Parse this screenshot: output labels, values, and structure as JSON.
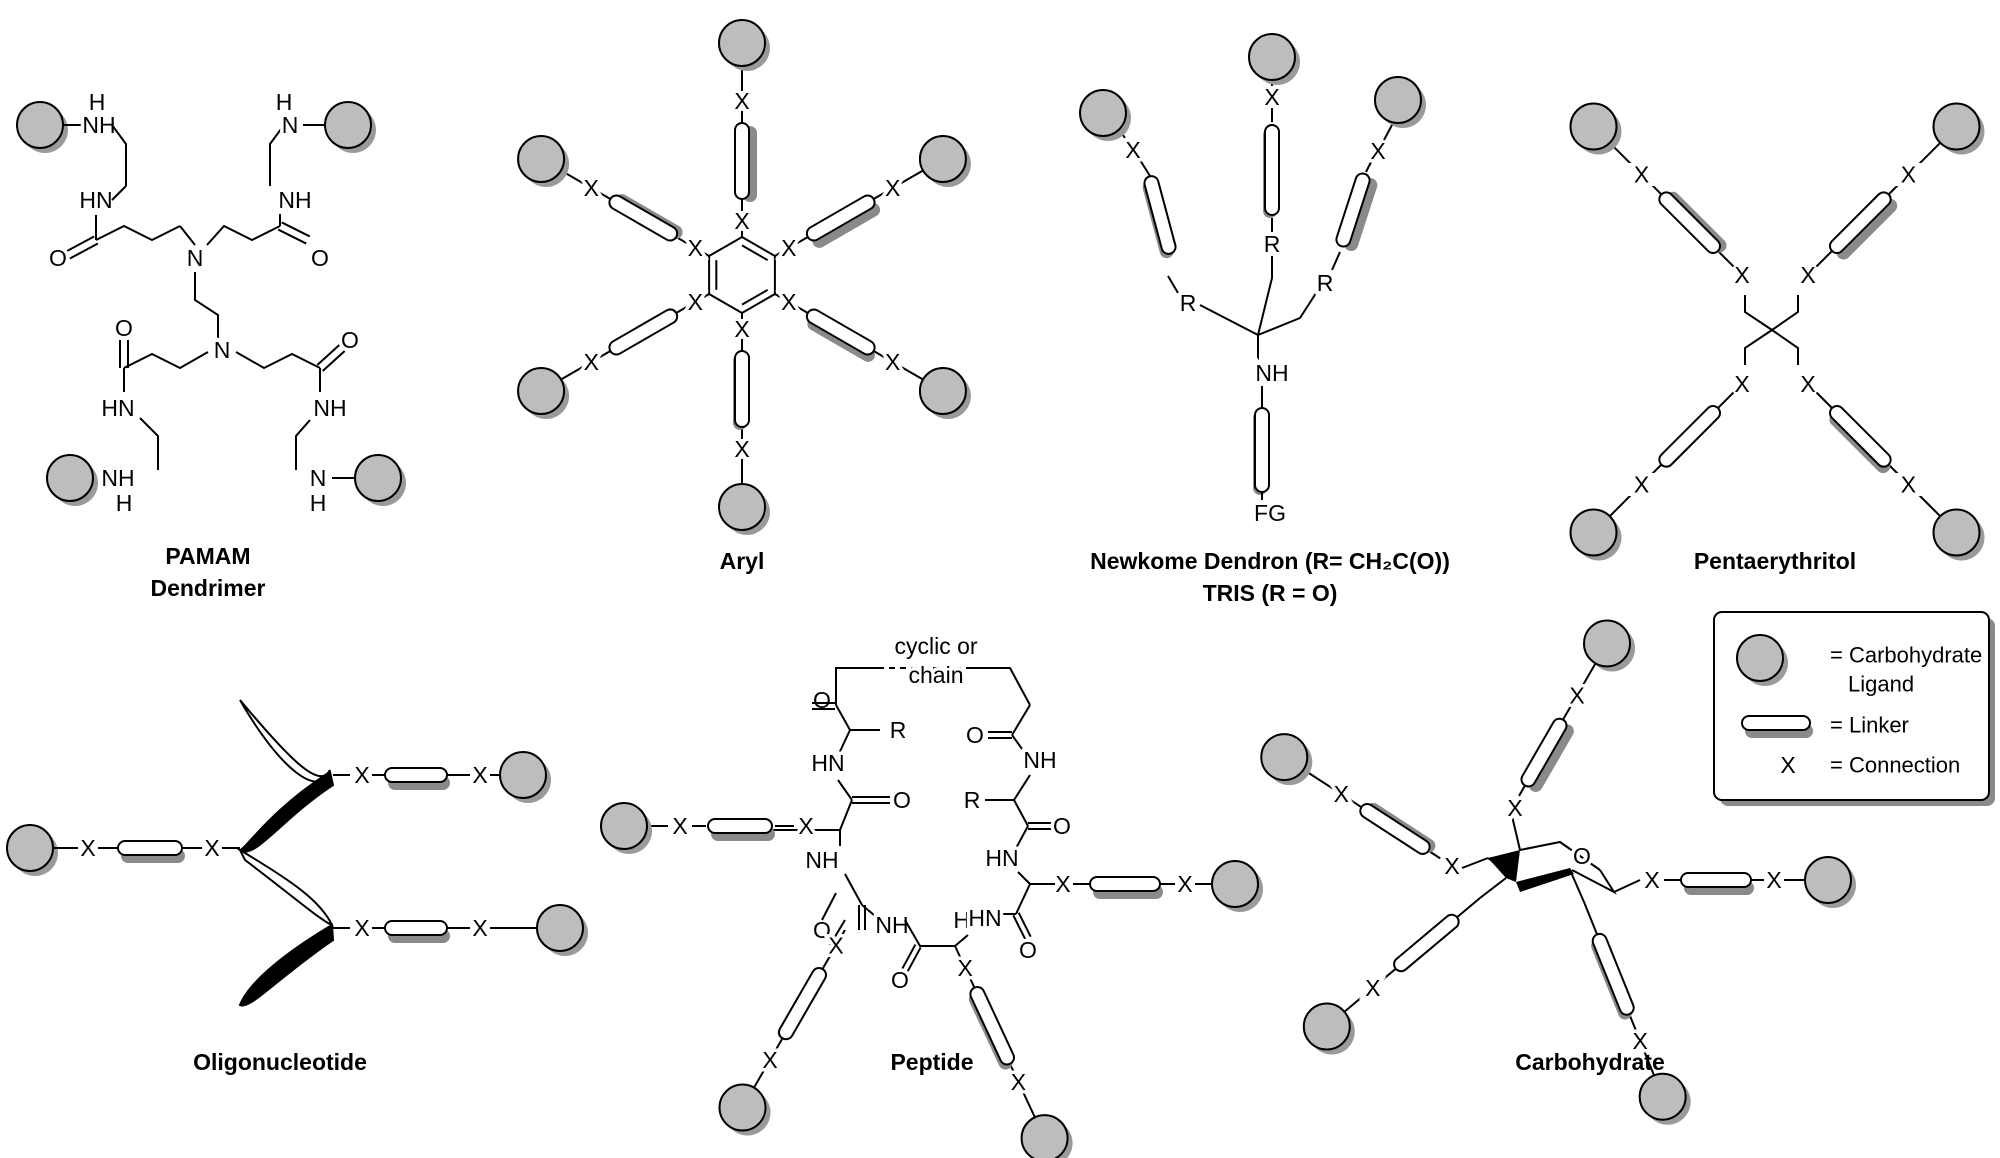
{
  "scaffolds": [
    {
      "id": "pamam",
      "title_lines": [
        "PAMAM",
        "Dendrimer"
      ]
    },
    {
      "id": "aryl",
      "title_lines": [
        "Aryl"
      ]
    },
    {
      "id": "newkome",
      "title_lines": [
        "Newkome Dendron (R= CH₂C(O))",
        "TRIS (R = O)"
      ]
    },
    {
      "id": "pentaerythritol",
      "title_lines": [
        "Pentaerythritol"
      ]
    },
    {
      "id": "oligonucleotide",
      "title_lines": [
        "Oligonucleotide"
      ]
    },
    {
      "id": "peptide",
      "title_lines": [
        "Peptide"
      ]
    },
    {
      "id": "carbohydrate",
      "title_lines": [
        "Carbohydrate"
      ]
    }
  ],
  "atoms": {
    "nh": "NH",
    "hn": "HN",
    "n": "N",
    "h": "H",
    "o": "O",
    "r": "R",
    "x": "X",
    "fg": "FG",
    "cyclic_or": "cyclic or",
    "chain": "chain"
  },
  "legend": {
    "items": [
      {
        "symbol": "ligand",
        "lines": [
          "= Carbohydrate",
          "Ligand"
        ]
      },
      {
        "symbol": "linker",
        "lines": [
          "= Linker"
        ]
      },
      {
        "symbol": "x",
        "lines": [
          "= Connection"
        ]
      }
    ]
  },
  "colors": {
    "ligand_fill": "#bdbdbd",
    "shadow": "#8a8a8a",
    "line": "#000000"
  }
}
